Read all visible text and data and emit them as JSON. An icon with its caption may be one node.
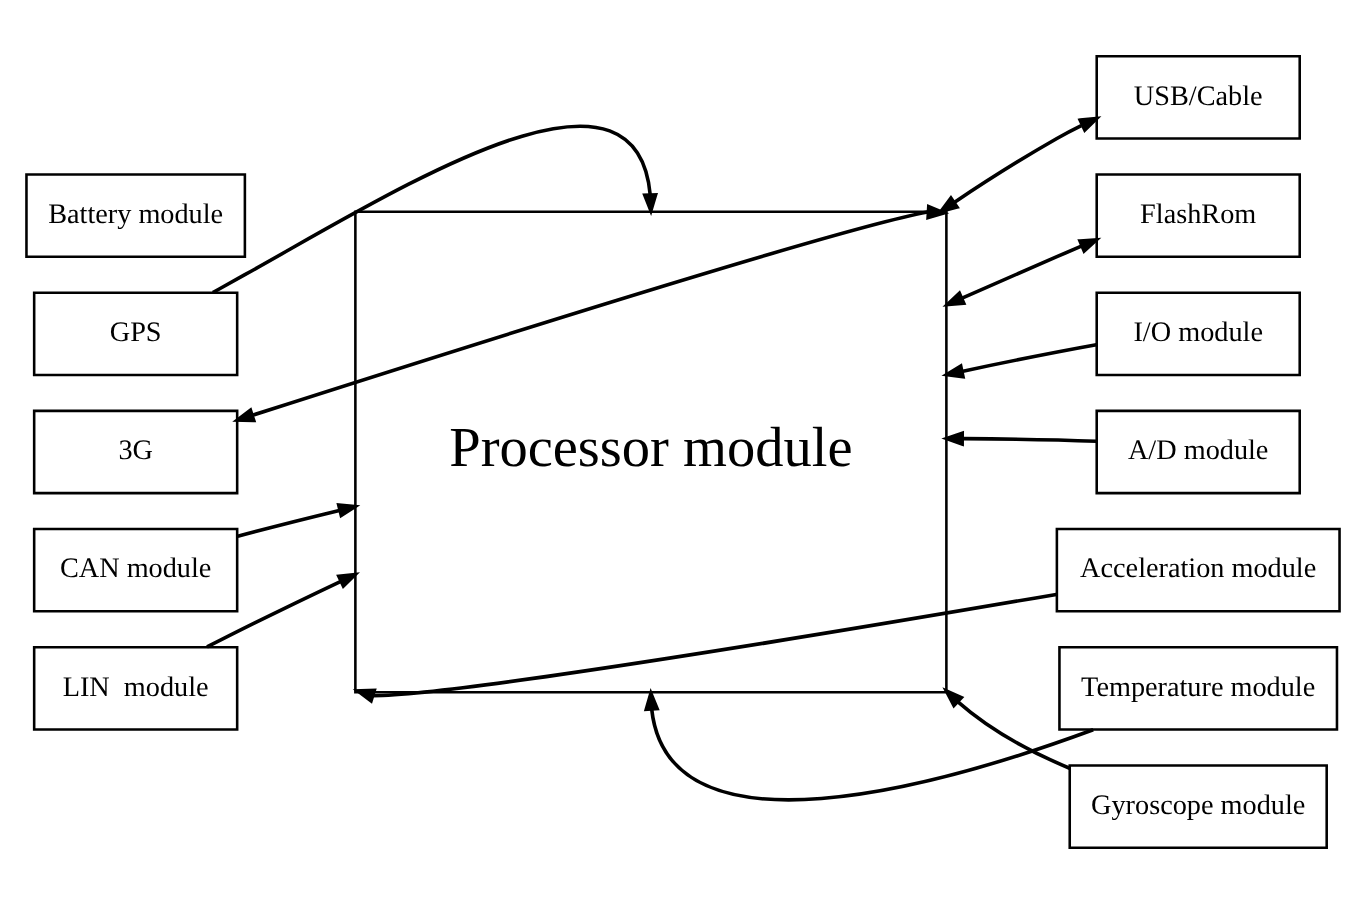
{
  "diagram": {
    "nodes": [
      {
        "text": [
          "Battery module"
        ]
      },
      {
        "text": [
          "GPS"
        ]
      },
      {
        "text": [
          "3G"
        ]
      },
      {
        "text": [
          "Processor module"
        ]
      },
      {
        "text": [
          "CAN module"
        ]
      },
      {
        "text": [
          "LIN  module"
        ]
      },
      {
        "text": [
          "USB/Cable"
        ]
      },
      {
        "text": [
          "FlashRom"
        ]
      },
      {
        "text": [
          "I/O module"
        ]
      },
      {
        "text": [
          "A/D module"
        ]
      },
      {
        "text": [
          "Acceleration module"
        ]
      },
      {
        "text": [
          "Temperature module"
        ]
      },
      {
        "text": [
          "Gyroscope module"
        ]
      }
    ],
    "edges": [
      {
        "from": 1,
        "to": 3,
        "arrow": "to"
      },
      {
        "from": 2,
        "to": 3,
        "arrow": "both"
      },
      {
        "from": 4,
        "to": 3,
        "arrow": "to"
      },
      {
        "from": 5,
        "to": 3,
        "arrow": "to"
      },
      {
        "from": 6,
        "to": 3,
        "arrow": "both"
      },
      {
        "from": 7,
        "to": 3,
        "arrow": "both"
      },
      {
        "from": 8,
        "to": 3,
        "arrow": "to"
      },
      {
        "from": 9,
        "to": 3,
        "arrow": "to"
      },
      {
        "from": 10,
        "to": 3,
        "arrow": "to"
      },
      {
        "from": 11,
        "to": 3,
        "arrow": "to"
      },
      {
        "from": 12,
        "to": 3,
        "arrow": "to"
      }
    ]
  }
}
